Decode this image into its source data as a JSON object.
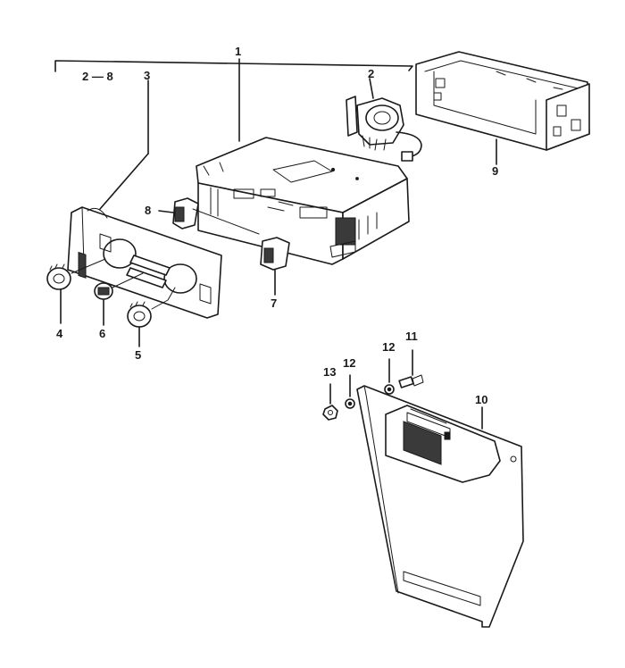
{
  "callouts": {
    "c1": "1",
    "c2_8": "2 — 8",
    "c2": "2",
    "c3": "3",
    "c4": "4",
    "c5": "5",
    "c6": "6",
    "c7": "7",
    "c8": "8",
    "c9": "9",
    "c10": "10",
    "c11": "11",
    "c12a": "12",
    "c12b": "12",
    "c13": "13"
  }
}
